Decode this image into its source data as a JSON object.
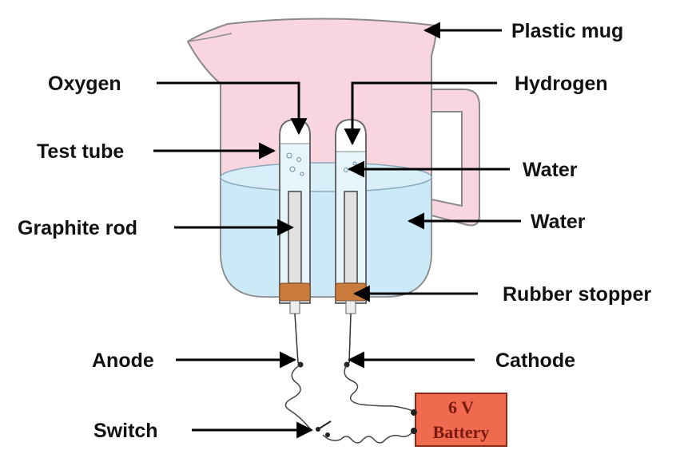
{
  "labels": {
    "plastic_mug": "Plastic mug",
    "oxygen": "Oxygen",
    "hydrogen": "Hydrogen",
    "test_tube": "Test tube",
    "water_tube": "Water",
    "water_mug": "Water",
    "graphite_rod": "Graphite rod",
    "rubber_stopper": "Rubber stopper",
    "anode": "Anode",
    "cathode": "Cathode",
    "switch": "Switch"
  },
  "battery": {
    "voltage": "6 V",
    "name": "Battery"
  },
  "colors": {
    "mug": "#f9d6df",
    "mug_stroke": "#8a8a8a",
    "water": "#cbe9f7",
    "water_surface": "#a9d4ea",
    "stopper": "#c97a3d",
    "battery_fill": "#f06a4f",
    "battery_stroke": "#8a2a1a",
    "arrow": "#000000"
  }
}
